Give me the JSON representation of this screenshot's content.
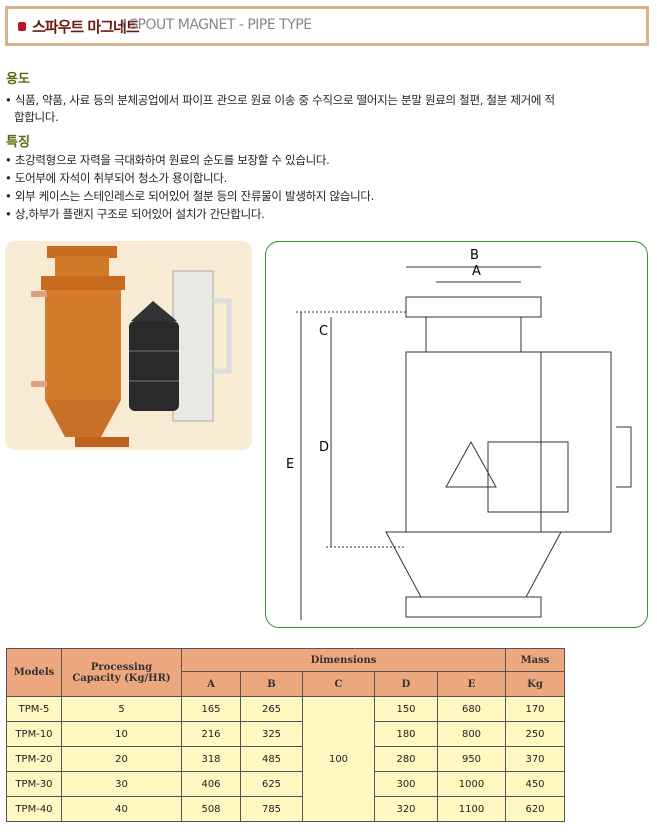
{
  "title": {
    "korean": "스파우트 마그네트",
    "english": "/ SPOUT MAGNET - PIPE TYPE"
  },
  "usage": {
    "heading": "용도",
    "lines": [
      "• 식품, 약품, 사료 등의 분체공업에서 파이프 관으로 원료 이송 중 수직으로 떨어지는 분말 원료의 철편, 철분 제거에 적",
      "합합니다."
    ]
  },
  "features": {
    "heading": "특징",
    "items": [
      "• 초강력형으로 자력을 극대화하여 원료의 순도를 보장할 수 있습니다.",
      "• 도어부에 자석이 취부되어 청소가 용이합니다.",
      "• 외부 케이스는 스테인레스로 되어있어 철분 등의 잔류물이 발생하지 않습니다.",
      "• 상,하부가 플랜지 구조로 되어있어 설치가 간단합니다."
    ]
  },
  "drawing": {
    "labels": {
      "A": "A",
      "B": "B",
      "C": "C",
      "D": "D",
      "E": "E"
    }
  },
  "table": {
    "headers": {
      "models": "Models",
      "capacity_1": "Processing",
      "capacity_2": "Capacity (Kg/HR)",
      "dimensions": "Dimensions",
      "mass": "Mass",
      "mass_unit": "Kg",
      "A": "A",
      "B": "B",
      "C": "C",
      "D": "D",
      "E": "E"
    },
    "c_value": "100",
    "rows": [
      {
        "model": "TPM-5",
        "capacity": "5",
        "A": "165",
        "B": "265",
        "D": "150",
        "E": "680",
        "mass": "170"
      },
      {
        "model": "TPM-10",
        "capacity": "10",
        "A": "216",
        "B": "325",
        "D": "180",
        "E": "800",
        "mass": "250"
      },
      {
        "model": "TPM-20",
        "capacity": "20",
        "A": "318",
        "B": "485",
        "D": "280",
        "E": "950",
        "mass": "370"
      },
      {
        "model": "TPM-30",
        "capacity": "30",
        "A": "406",
        "B": "625",
        "D": "300",
        "E": "1000",
        "mass": "450"
      },
      {
        "model": "TPM-40",
        "capacity": "40",
        "A": "508",
        "B": "785",
        "D": "320",
        "E": "1100",
        "mass": "620"
      }
    ]
  }
}
